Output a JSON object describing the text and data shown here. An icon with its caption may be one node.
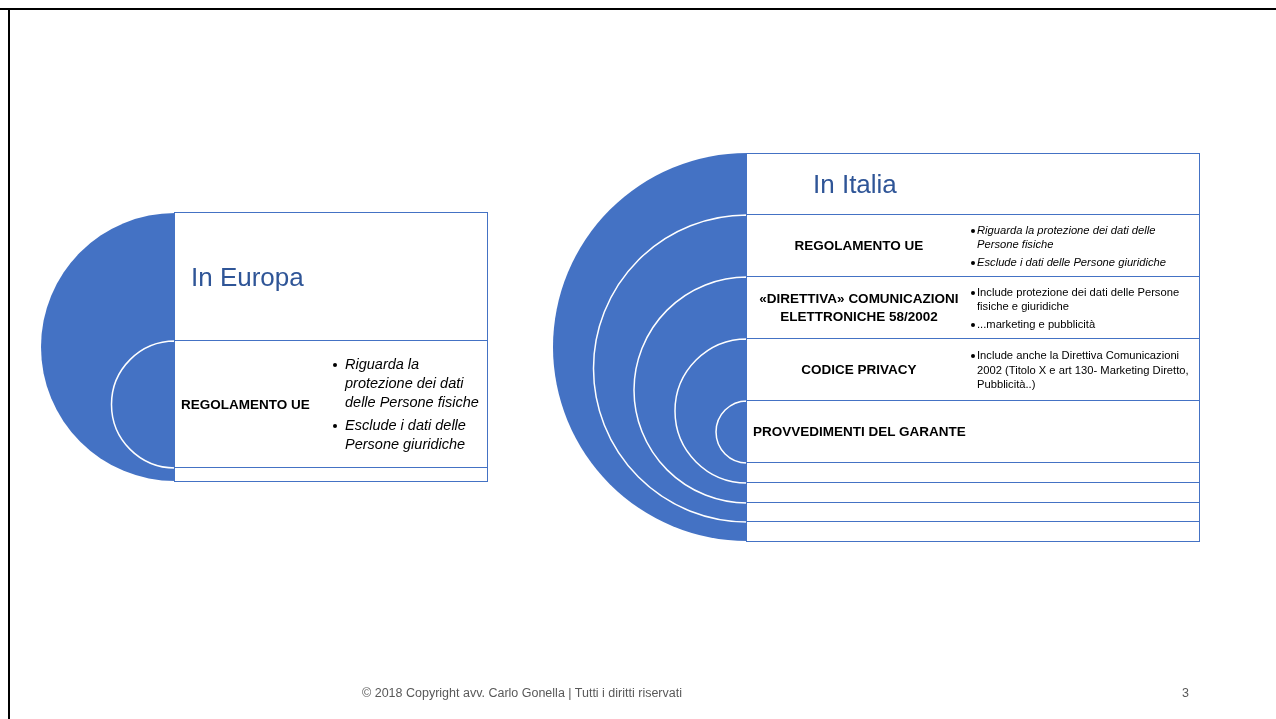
{
  "diagram": {
    "nodes": [
      {
        "text": [
          "In Europa"
        ]
      },
      {
        "text": [
          "REGOLAMENTO  UE",
          "Riguarda la protezione dei dati delle Persone fisiche",
          "Esclude i dati delle Persone giuridiche"
        ]
      },
      {
        "text": [],
        "shape": "box"
      },
      {
        "text": [
          "In Italia"
        ]
      },
      {
        "text": [
          "REGOLAMENTO UE",
          "Riguarda la protezione dei dati delle Persone fisiche",
          "Esclude i dati delle Persone giuridiche"
        ]
      },
      {
        "text": [
          "«DIRETTIVA» COMUNICAZIONI ELETTRONICHE 58/2002",
          "Include protezione dei dati delle Persone fisiche e giuridiche",
          "...marketing e pubblicità"
        ]
      },
      {
        "text": [
          "CODICE PRIVACY",
          "Include anche la Direttiva Comunicazioni 2002 (Titolo X e art 130- Marketing Diretto, Pubblicità..)"
        ]
      },
      {
        "text": [
          "PROVVEDIMENTI DEL GARANTE"
        ]
      },
      {
        "text": [],
        "shape": "box"
      },
      {
        "text": [],
        "shape": "box"
      },
      {
        "text": [],
        "shape": "box"
      },
      {
        "text": [],
        "shape": "box"
      }
    ],
    "edges": [],
    "labels": [
      "© 2018 Copyright avv. Carlo Gonella | Tutti i diritti riservati",
      "3"
    ]
  }
}
